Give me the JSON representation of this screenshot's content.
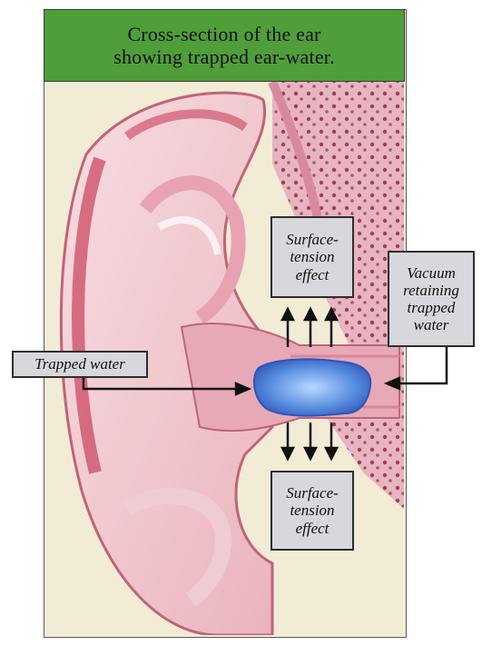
{
  "title": {
    "line1": "Cross-section of the ear",
    "line2": "showing trapped ear-water."
  },
  "labels": {
    "surface_top": [
      "Surface-",
      "tension",
      "effect"
    ],
    "surface_bottom": [
      "Surface-",
      "tension",
      "effect"
    ],
    "vacuum": [
      "Vacuum",
      "retaining",
      "trapped",
      "water"
    ],
    "trapped_water": "Trapped water"
  },
  "colors": {
    "header_green": "#4f9e3a",
    "skin": "#f0c6cc",
    "skin_dark": "#c9405e",
    "water": "#5a8fe0",
    "label_bg": "#d7d8dd"
  }
}
